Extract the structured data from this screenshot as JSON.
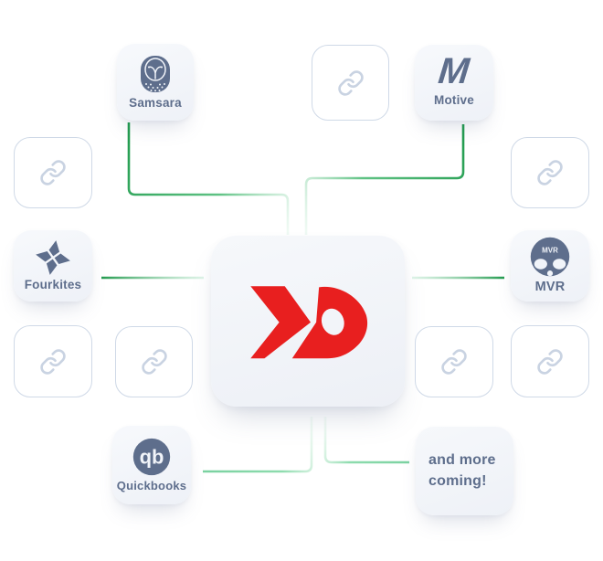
{
  "diagram": {
    "tiles": {
      "samsara": {
        "label": "Samsara"
      },
      "motive": {
        "label": "Motive",
        "logo_letter": "M"
      },
      "fourkites": {
        "label": "Fourkites"
      },
      "mvr": {
        "label": "MVR",
        "icon_text": "MVR"
      },
      "quickbooks": {
        "label": "Quickbooks",
        "logo_letters": "qb"
      },
      "more": {
        "line1": "and more",
        "line2": "coming!"
      }
    },
    "placeholder_tile_count": 7,
    "colors": {
      "icon_slate": "#5e6e8c",
      "tile_background": "#f1f4f9",
      "link_tile_border": "#cfd9e7",
      "link_icon": "#c9d3e2",
      "connector_green_dark": "#219a4e",
      "connector_green_light": "#a9e4c5",
      "brand_red": "#e81f1f",
      "page_background": "#ffffff"
    }
  }
}
